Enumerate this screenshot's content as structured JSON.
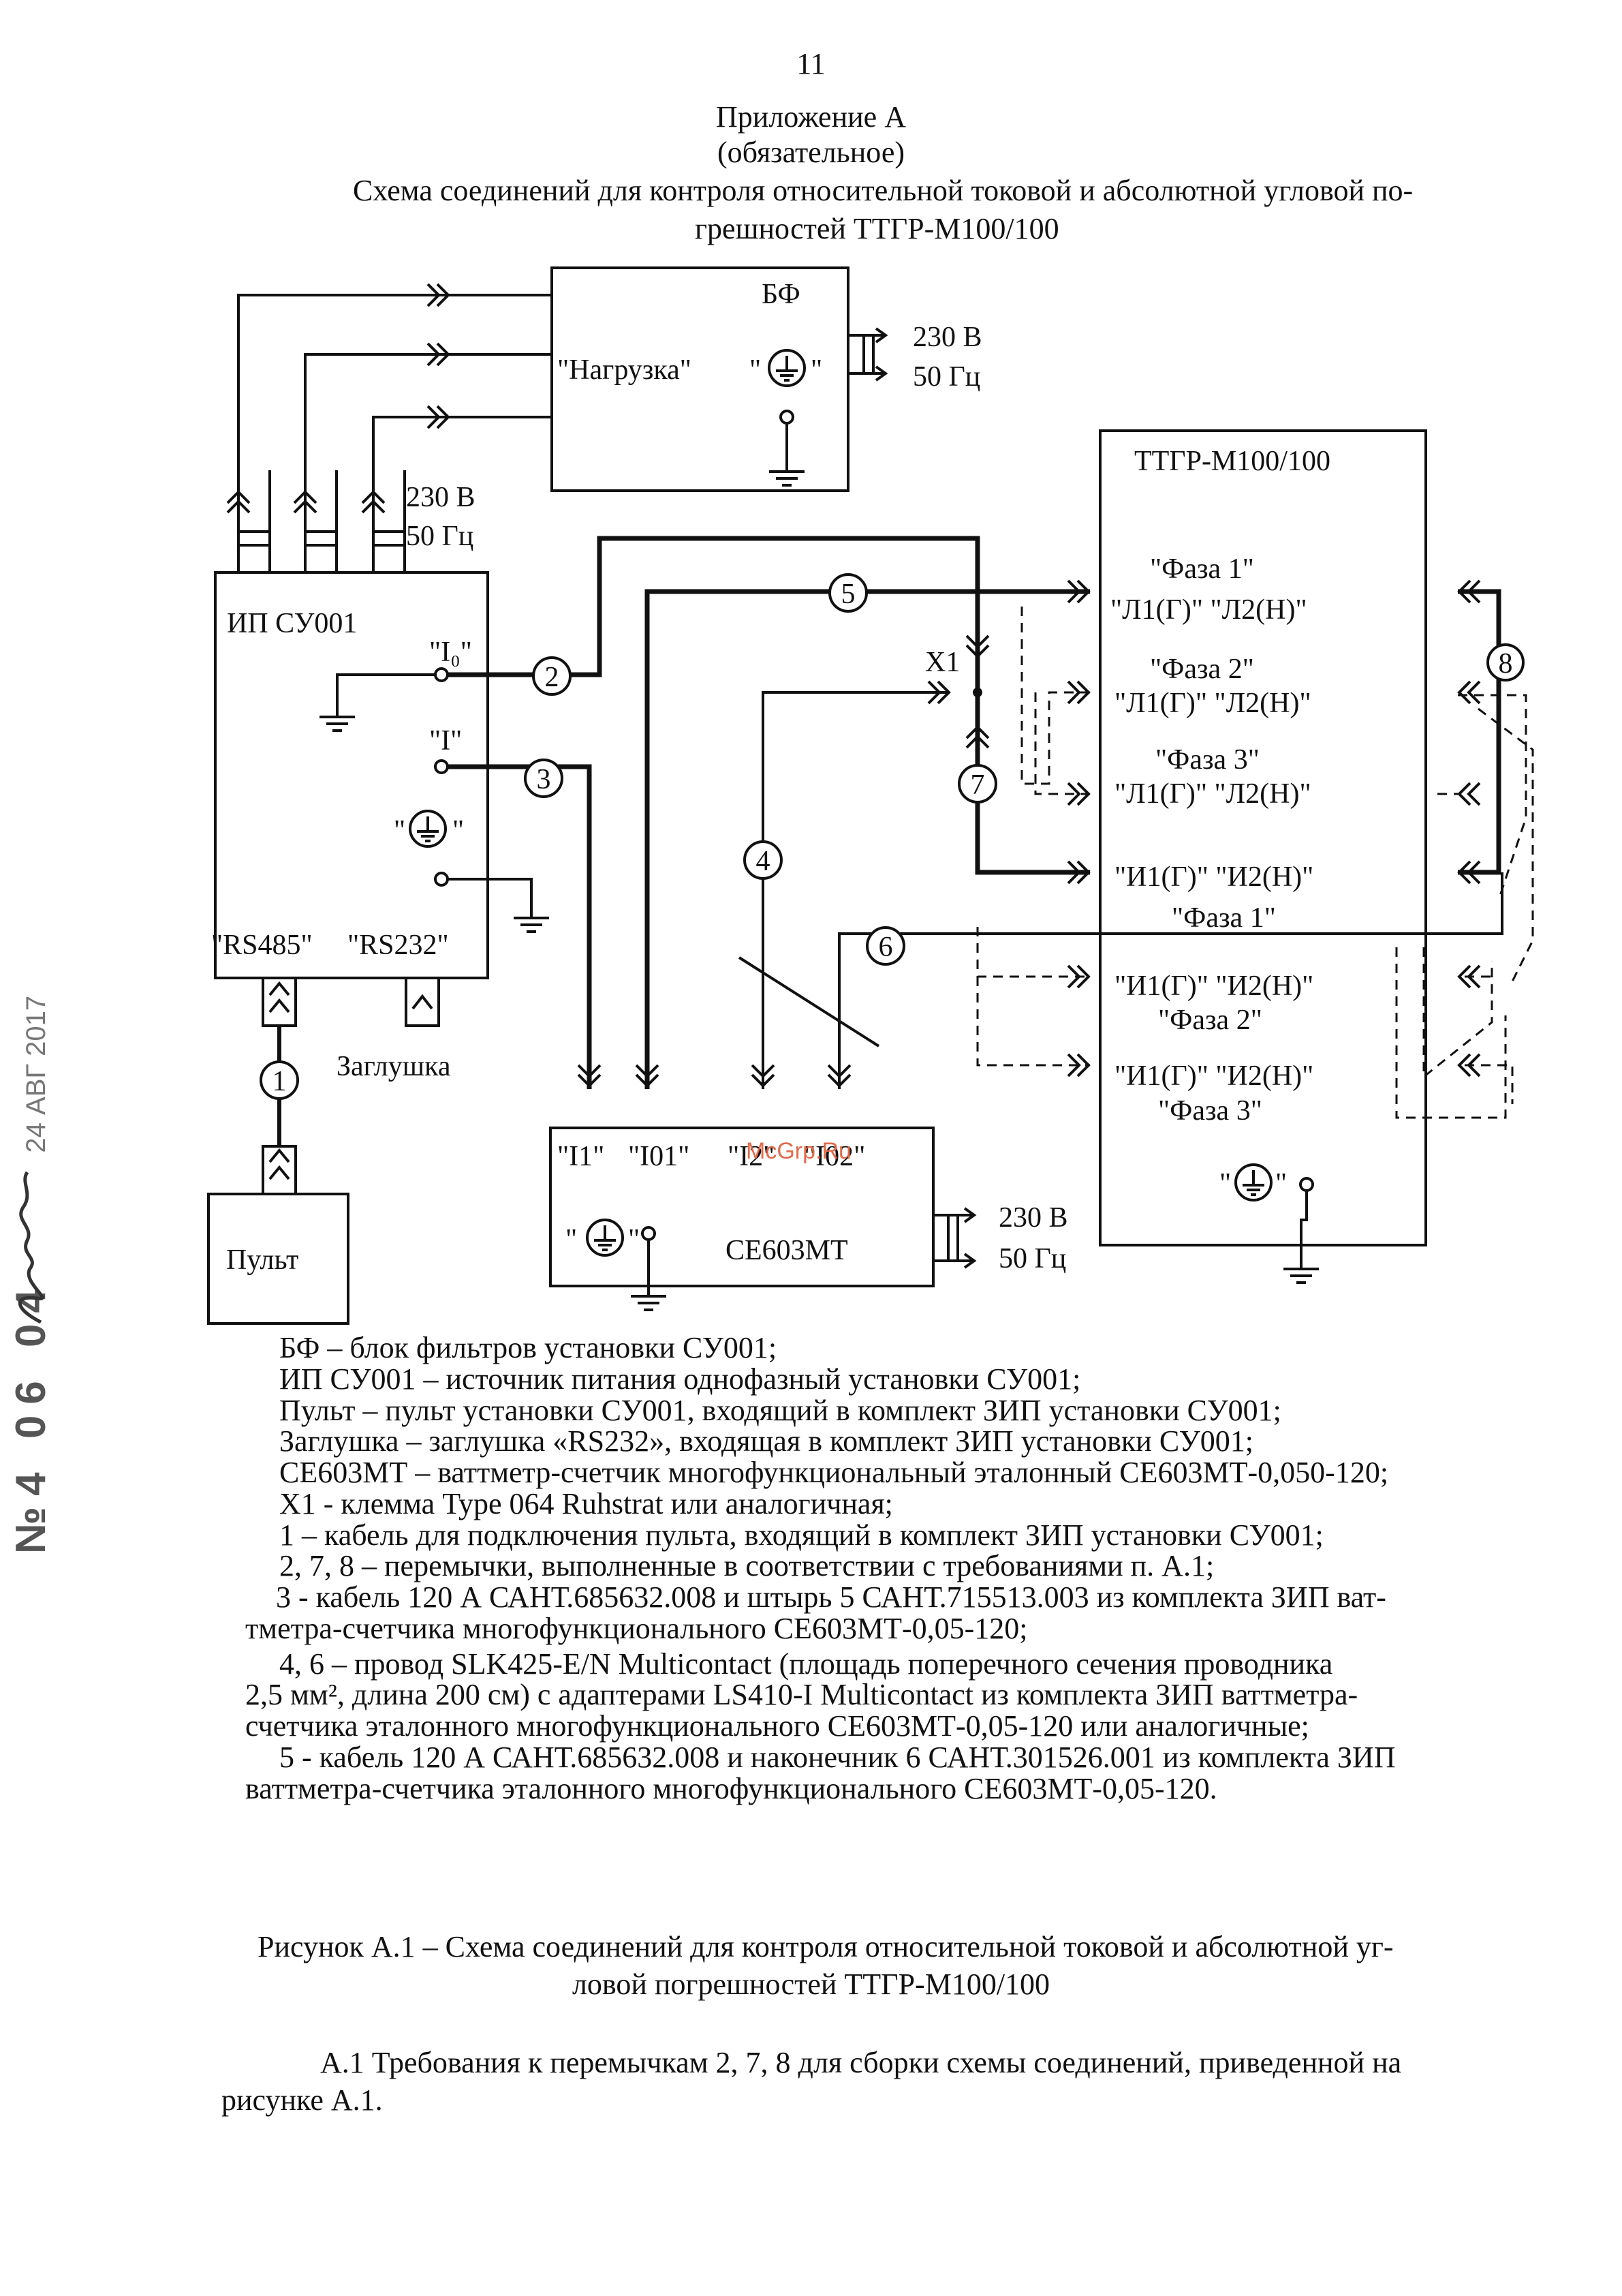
{
  "page_number": "11",
  "appendix": {
    "title": "Приложение А",
    "status": "(обязательное)",
    "heading_line1": "Схема соединений для контроля относительной токовой и абсолютной угловой по-",
    "heading_line2": "грешностей ТТГР-М100/100"
  },
  "diagram": {
    "bf": {
      "name": "БФ",
      "load": "\"Нагрузка\"",
      "gnd_open": "\"",
      "gnd_close": "\"",
      "v230": "230 В",
      "hz50": "50 Гц"
    },
    "ip": {
      "name": "ИП  СУ001",
      "i0": "\"I₀\"",
      "i": "\"I\"",
      "gnd_open": "\"",
      "gnd_close": "\"",
      "rs485": "\"RS485\"",
      "rs232": "\"RS232\"",
      "v230": "230 В",
      "hz50": "50 Гц"
    },
    "zaglushka": "Заглушка",
    "pult": "Пульт",
    "ce": {
      "name": "СЕ603МТ",
      "i1": "\"I1\"",
      "i01": "\"I01\"",
      "i2": "\"I2\"",
      "i02": "\"I02\"",
      "gnd_open": "\"",
      "gnd_close": "\"",
      "v230": "230 В",
      "hz50": "50 Гц"
    },
    "ttgr": {
      "name": "ТТГР-М100/100",
      "phase1": "\"Фаза 1\"",
      "l_row1": "\"Л1(Г)\"  \"Л2(Н)\"",
      "phase2": "\"Фаза 2\"",
      "l_row2": "\"Л1(Г)\" \"Л2(Н)\"",
      "phase3": "\"Фаза 3\"",
      "l_row3": "\"Л1(Г)\" \"Л2(Н)\"",
      "i_row1": "\"И1(Г)\"  \"И2(Н)\"",
      "i_phase1": "\"Фаза 1\"",
      "i_row2": "\"И1(Г)\"  \"И2(Н)\"",
      "i_phase2": "\"Фаза 2\"",
      "i_row3": "\"И1(Г)\"  \"И2(Н)\"",
      "i_phase3": "\"Фаза 3\"",
      "gnd_open": "\"",
      "gnd_close": "\""
    },
    "x1": "X1",
    "markers": [
      "1",
      "2",
      "3",
      "4",
      "5",
      "6",
      "7",
      "8"
    ]
  },
  "legend": [
    "БФ – блок фильтров установки СУ001;",
    "ИП СУ001 – источник питания однофазный установки СУ001;",
    "Пульт – пульт установки СУ001, входящий в комплект ЗИП установки СУ001;",
    "Заглушка – заглушка «RS232», входящая в комплект ЗИП установки СУ001;",
    "СЕ603МТ – ваттметр-счетчик многофункциональный эталонный СЕ603МТ-0,050-120;",
    "Х1 - клемма Type 064 Ruhstrat или аналогичная;",
    "1 – кабель для подключения пульта, входящий в комплект ЗИП установки СУ001;",
    "2, 7, 8 – перемычки, выполненные в соответствии с требованиями п. А.1;",
    "3 - кабель 120 А САНТ.685632.008 и штырь 5 САНТ.715513.003 из комплекта ЗИП ват-",
    "тметра-счетчика многофункционального СЕ603МТ-0,05-120;",
    "4, 6 – провод SLK425-E/N Multicontact (площадь поперечного сечения проводника",
    "2,5 мм², длина 200 см) с адаптерами LS410-I Multicontact из комплекта ЗИП ваттметра-",
    "счетчика эталонного многофункционального СЕ603МТ-0,05-120 или аналогичные;",
    "5 - кабель 120 А САНТ.685632.008 и наконечник 6 САНТ.301526.001 из комплекта ЗИП",
    "ваттметра-счетчика эталонного многофункционального СЕ603МТ-0,05-120."
  ],
  "figure_caption": {
    "line1": "Рисунок А.1 – Схема соединений для контроля относительной токовой и абсолютной уг-",
    "line2": "ловой погрешностей ТТГР-М100/100"
  },
  "section": {
    "line1": "А.1 Требования к перемычкам 2, 7, 8 для сборки схемы соединений, приведенной на",
    "line2": "рисунке А.1."
  },
  "watermark": "McGrp.Ru",
  "stamp": {
    "number": "№4 06 04",
    "date": "24 АВГ 2017"
  }
}
